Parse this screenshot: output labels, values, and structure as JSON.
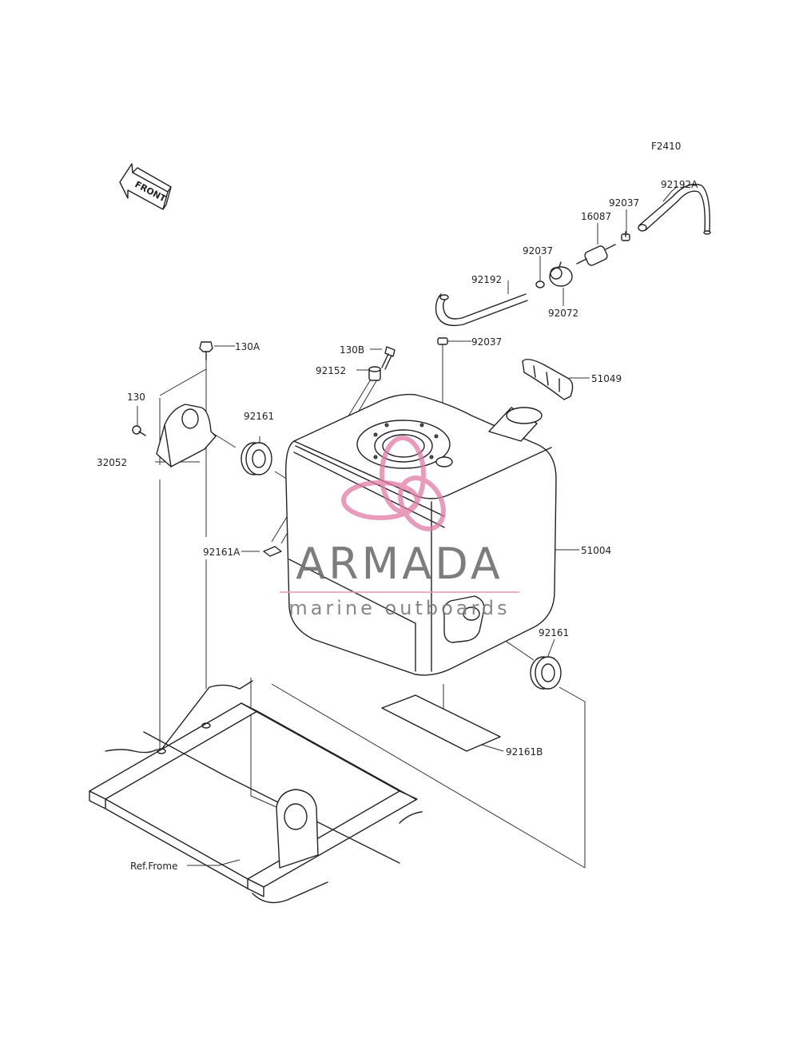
{
  "figure_code": "F2410",
  "front_label": "FRONT",
  "watermark": {
    "brand": "ARMADA",
    "tagline": "marine outboards",
    "colors": {
      "logo": "#e27aa5",
      "text": "#6f6f6f"
    }
  },
  "parts": [
    {
      "id": "p-92192A",
      "label": "92192A"
    },
    {
      "id": "p-92037-a",
      "label": "92037"
    },
    {
      "id": "p-16087",
      "label": "16087"
    },
    {
      "id": "p-92037-b",
      "label": "92037"
    },
    {
      "id": "p-92192",
      "label": "92192"
    },
    {
      "id": "p-92072",
      "label": "92072"
    },
    {
      "id": "p-92037-c",
      "label": "92037"
    },
    {
      "id": "p-130A",
      "label": "130A"
    },
    {
      "id": "p-130B",
      "label": "130B"
    },
    {
      "id": "p-92152",
      "label": "92152"
    },
    {
      "id": "p-51049",
      "label": "51049"
    },
    {
      "id": "p-130",
      "label": "130"
    },
    {
      "id": "p-92161-a",
      "label": "92161"
    },
    {
      "id": "p-32052",
      "label": "32052"
    },
    {
      "id": "p-92161A",
      "label": "92161A"
    },
    {
      "id": "p-51004",
      "label": "51004"
    },
    {
      "id": "p-92161-b",
      "label": "92161"
    },
    {
      "id": "p-92161B",
      "label": "92161B"
    },
    {
      "id": "p-ref-frame",
      "label": "Ref.Frome"
    }
  ]
}
